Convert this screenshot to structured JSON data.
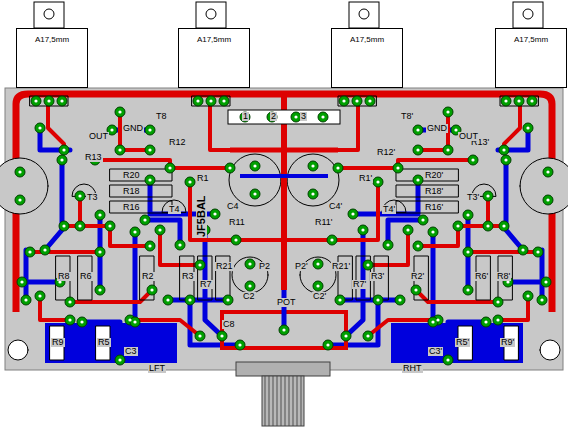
{
  "diagram": {
    "nodes": [
      {
        "text": [
          "A17,5mm"
        ]
      },
      {
        "text": [
          "A17,5mm"
        ]
      },
      {
        "text": [
          "A17,5mm"
        ]
      },
      {
        "text": [
          "A17,5mm"
        ]
      }
    ],
    "labels": [
      "OUT",
      "GND",
      "T8",
      "R12",
      "R13",
      "1",
      "2",
      "3",
      "R1",
      "R20",
      "R18",
      "R16",
      "T3",
      "JF5BAL",
      "C4",
      "R11",
      "T4",
      "R8",
      "R6",
      "R2",
      "R3",
      "R7",
      "R21",
      "P2",
      "P2'",
      "C2",
      "POT",
      "C2'",
      "C8",
      "R9",
      "R5",
      "C3",
      "LFT",
      "RHT",
      "C3'",
      "R5'",
      "R9'",
      "R8'",
      "R6'",
      "R2'",
      "R3'",
      "R7'",
      "R21'",
      "T4'",
      "R11'",
      "C4'",
      "R1'",
      "R20'",
      "R18'",
      "R16'",
      "T3'",
      "R13'",
      "R12'",
      "T8'",
      "GND",
      "OUT"
    ]
  }
}
